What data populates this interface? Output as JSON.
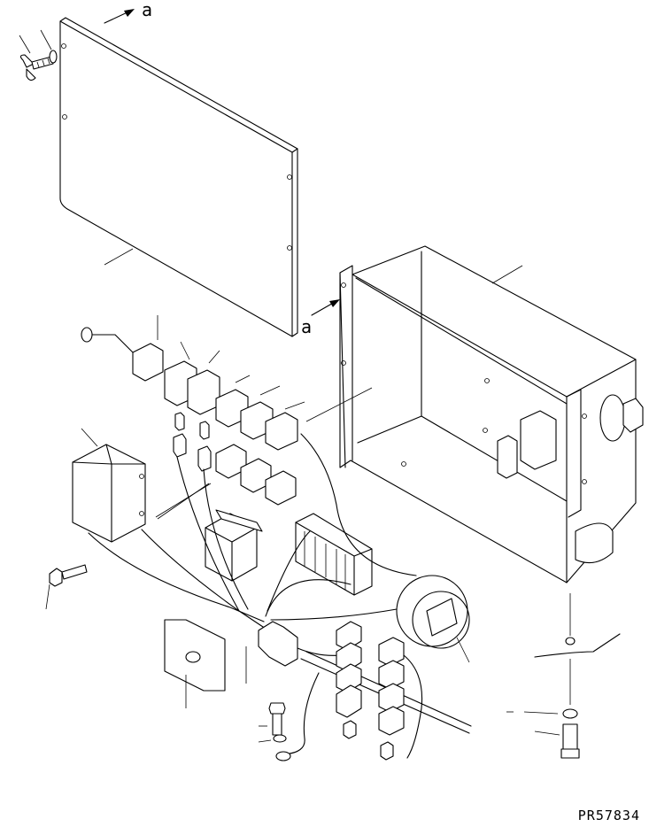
{
  "view_labels": {
    "arrow_top": "a",
    "arrow_box": "a"
  },
  "drawing_code": "PR57834"
}
